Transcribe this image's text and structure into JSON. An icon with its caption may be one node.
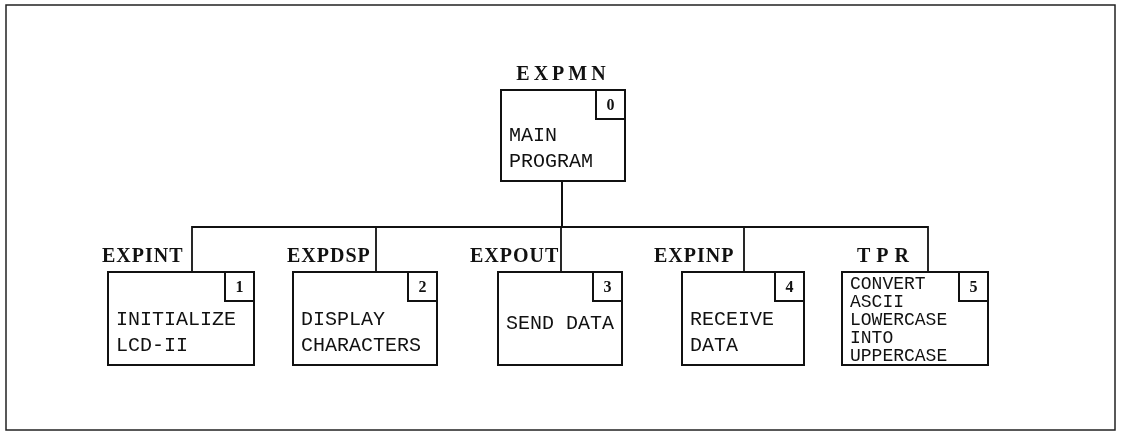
{
  "diagram": {
    "nodes": [
      {
        "text": [
          "EXPMN",
          "0",
          "MAIN PROGRAM"
        ]
      },
      {
        "text": [
          "EXPINT",
          "1",
          "INITIALIZE LCD-II"
        ]
      },
      {
        "text": [
          "EXPDSP",
          "2",
          "DISPLAY CHARACTERS"
        ]
      },
      {
        "text": [
          "EXPOUT",
          "3",
          "SEND DATA"
        ]
      },
      {
        "text": [
          "EXPINP",
          "4",
          "RECEIVE DATA"
        ]
      },
      {
        "text": [
          "TPR",
          "CONVERT ASCII LOWERCASE INTO UPPERCASE",
          "5"
        ]
      }
    ],
    "edges": [
      {
        "from": 0,
        "to": 1,
        "arrow": "none"
      },
      {
        "from": 0,
        "to": 2,
        "arrow": "none"
      },
      {
        "from": 0,
        "to": 3,
        "arrow": "none"
      },
      {
        "from": 0,
        "to": 4,
        "arrow": "none"
      },
      {
        "from": 0,
        "to": 5,
        "arrow": "none"
      }
    ]
  }
}
